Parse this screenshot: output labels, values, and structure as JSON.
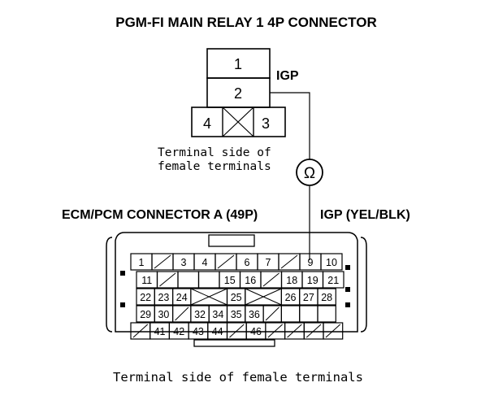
{
  "relay": {
    "title": "PGM-FI MAIN RELAY 1 4P CONNECTOR",
    "pins": [
      "1",
      "2",
      "3",
      "4"
    ],
    "wire_label": "IGP",
    "terminal_note_line1": "Terminal side of",
    "terminal_note_line2": "female terminals"
  },
  "meter": {
    "symbol": "Ω"
  },
  "ecm": {
    "title": "ECM/PCM CONNECTOR A (49P)",
    "wire_label": "IGP (YEL/BLK)",
    "terminal_note": "Terminal side of female terminals",
    "rows": [
      [
        "1",
        "/",
        "3",
        "4",
        "/",
        "6",
        "7",
        "/",
        "9",
        "10"
      ],
      [
        "11",
        "/",
        "",
        "",
        "15",
        "16",
        "/",
        "18",
        "19",
        "21"
      ],
      [
        "22",
        "23",
        "24",
        "",
        "",
        "25",
        "",
        "",
        "26",
        "27",
        "28"
      ],
      [
        "29",
        "30",
        "/",
        "32",
        "34",
        "35",
        "36",
        "/",
        "",
        "",
        ""
      ],
      [
        "/",
        "41",
        "42",
        "43",
        "44",
        "/",
        "46",
        "/",
        "/",
        "/",
        "/"
      ]
    ]
  }
}
